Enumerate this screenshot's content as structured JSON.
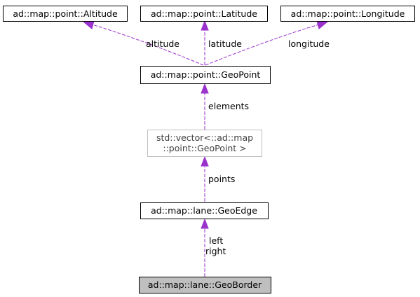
{
  "nodes": {
    "altitude": {
      "label": "ad::map::point::Altitude"
    },
    "latitude": {
      "label": "ad::map::point::Latitude"
    },
    "longitude": {
      "label": "ad::map::point::Longitude"
    },
    "geopoint": {
      "label": "ad::map::point::GeoPoint"
    },
    "vector": {
      "line1": "std::vector<::ad::map",
      "line2": "::point::GeoPoint >"
    },
    "geoedge": {
      "label": "ad::map::lane::GeoEdge"
    },
    "geoborder": {
      "label": "ad::map::lane::GeoBorder"
    }
  },
  "edges": {
    "altitude": {
      "label": "altitude"
    },
    "latitude": {
      "label": "latitude"
    },
    "longitude": {
      "label": "longitude"
    },
    "elements": {
      "label": "elements"
    },
    "points": {
      "label": "points"
    },
    "left_right": {
      "line1": "left",
      "line2": "right"
    }
  },
  "colors": {
    "edge": "#9a32cd",
    "highlight_fill": "#bfbfbf",
    "template_border": "#bfbfbf"
  }
}
